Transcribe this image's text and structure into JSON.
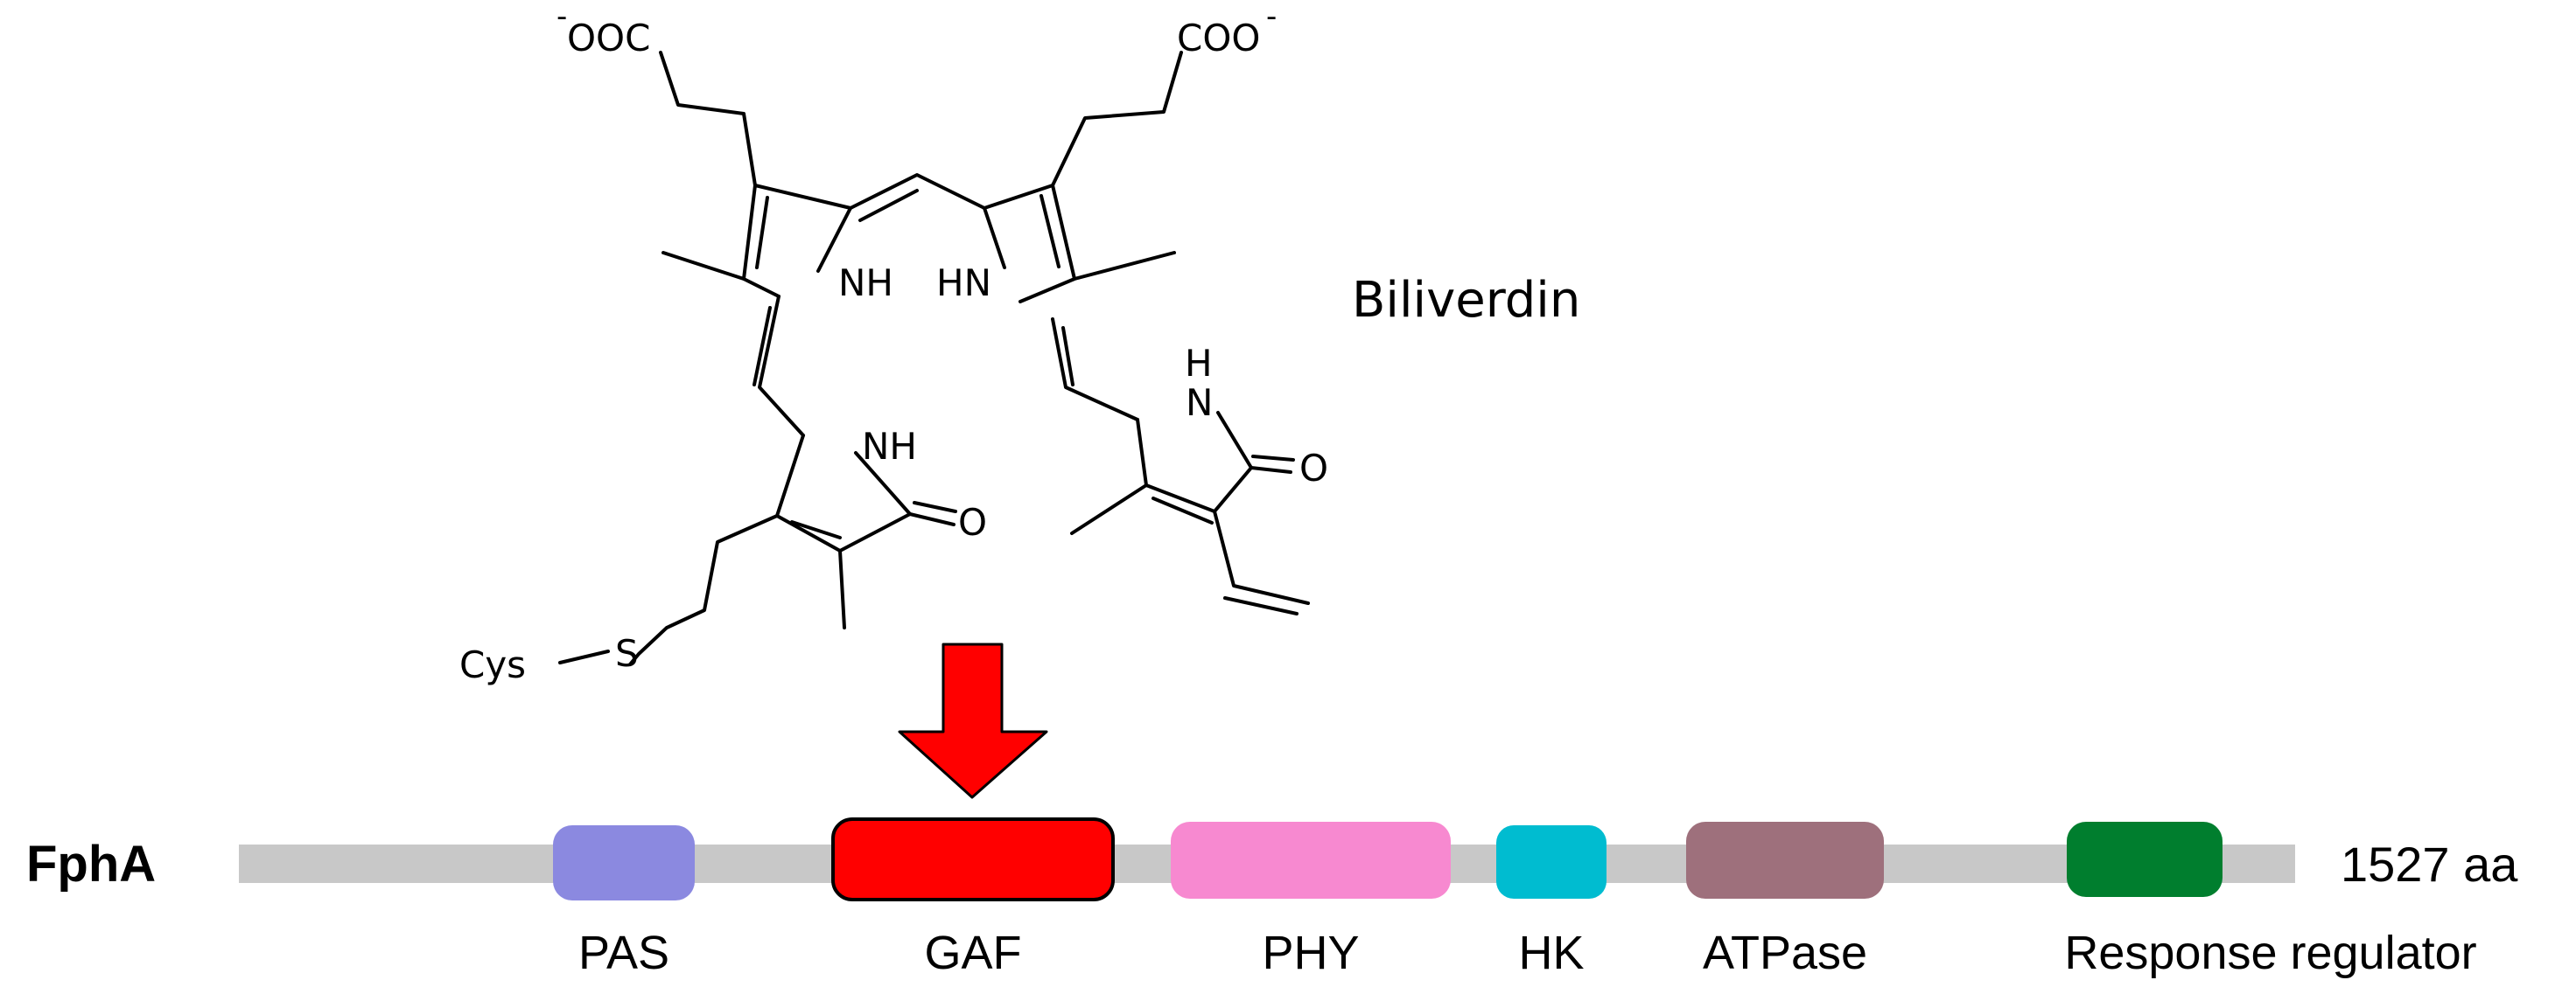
{
  "molecule": {
    "name": "Biliverdin",
    "atoms": {
      "carboxylate_left": "OOC",
      "carboxylate_right": "COO",
      "charge": "-",
      "nh": "NH",
      "hn": "HN",
      "n": "N",
      "h": "H",
      "o": "O",
      "s": "S",
      "cys": "Cys"
    }
  },
  "arrow": {
    "color": "#ff0000"
  },
  "protein": {
    "name": "FphA",
    "length_label": "1527 aa",
    "backbone_color": "#c8c8c8",
    "domains": [
      {
        "id": "pas",
        "label": "PAS",
        "color": "#8b89e0"
      },
      {
        "id": "gaf",
        "label": "GAF",
        "color": "#ff0000"
      },
      {
        "id": "phy",
        "label": "PHY",
        "color": "#f789d0"
      },
      {
        "id": "hk",
        "label": "HK",
        "color": "#00bcd0"
      },
      {
        "id": "atpase",
        "label": "ATPase",
        "color": "#9e707c"
      },
      {
        "id": "response-regulator",
        "label": "Response regulator",
        "color": "#007e2e"
      }
    ]
  }
}
